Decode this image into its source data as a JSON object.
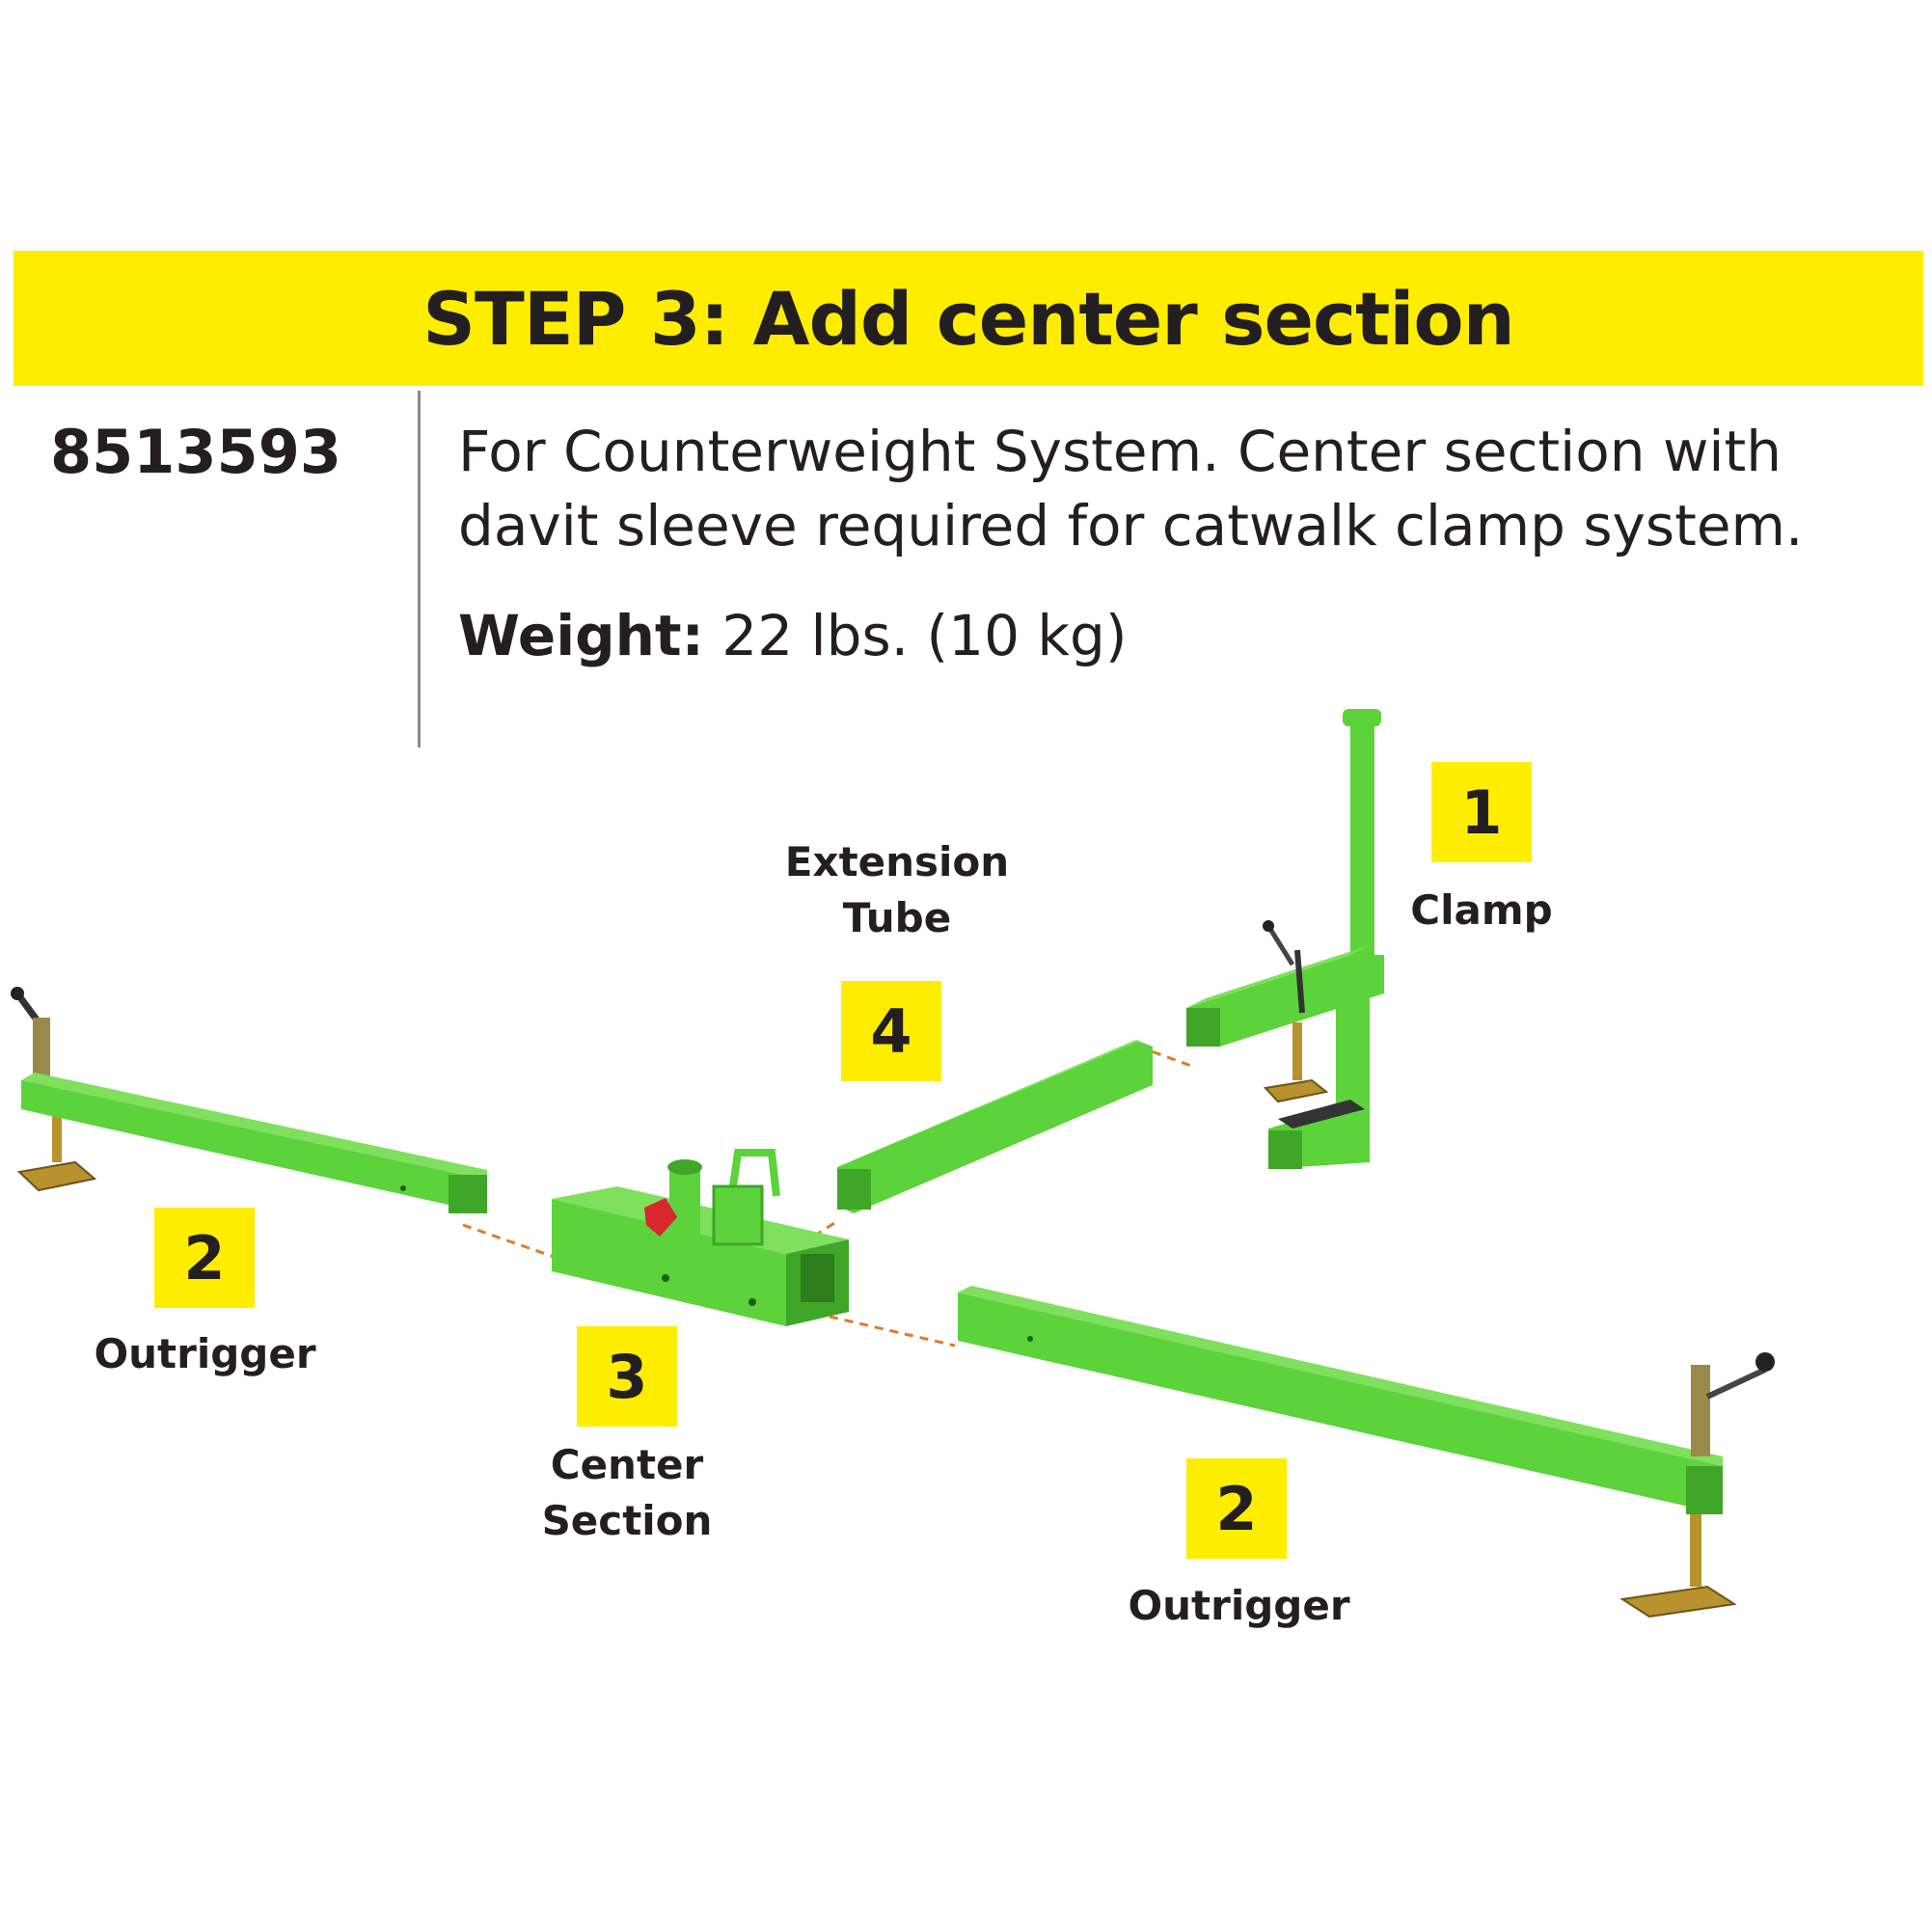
{
  "header": {
    "title": "STEP 3: Add center section"
  },
  "product": {
    "part_number": "8513593",
    "description": "For Counterweight System. Center section with davit sleeve required for catwalk clamp system.",
    "weight_label": "Weight:",
    "weight_value": " 22 lbs. (10 kg)"
  },
  "diagram": {
    "colors": {
      "green": "#5cd33a",
      "yellow": "#ffed00",
      "dash": "#e07b28",
      "foot": "#b8922e"
    },
    "parts": {
      "clamp": {
        "number": "1",
        "label": "Clamp"
      },
      "outrigger_left": {
        "number": "2",
        "label": "Outrigger"
      },
      "center_section": {
        "number": "3",
        "label_line1": "Center",
        "label_line2": "Section"
      },
      "extension_tube": {
        "number": "4",
        "label_line1": "Extension",
        "label_line2": "Tube"
      },
      "outrigger_right": {
        "number": "2",
        "label": "Outrigger"
      }
    }
  }
}
